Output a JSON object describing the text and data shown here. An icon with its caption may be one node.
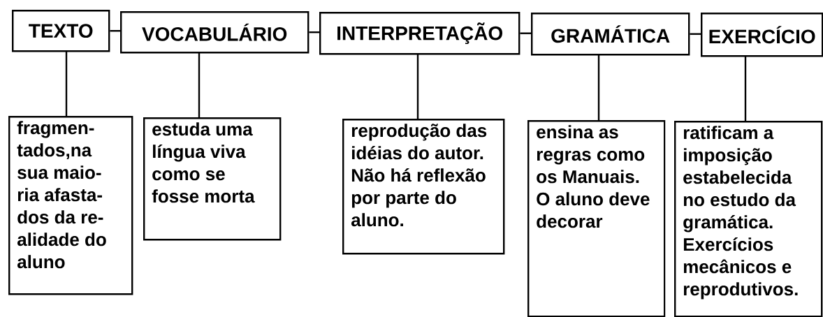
{
  "diagram": {
    "nodes": [
      {
        "text": [
          "TEXTO"
        ]
      },
      {
        "text": [
          "VOCABULÁRIO"
        ]
      },
      {
        "text": [
          "INTERPRETAÇÃO"
        ]
      },
      {
        "text": [
          "GRAMÁTICA"
        ]
      },
      {
        "text": [
          "EXERCÍCIO"
        ]
      },
      {
        "text": [
          "fragmen- tados,na sua maio- ria afasta- dos da re- alidade do aluno"
        ]
      },
      {
        "text": [
          "estuda uma língua viva como se fosse morta"
        ]
      },
      {
        "text": [
          "reprodução das idéias do autor. Não há reflexão por parte do aluno."
        ]
      },
      {
        "text": [
          "ensina as regras como os Manuais. O aluno deve decorar"
        ]
      },
      {
        "text": [
          "ratificam a imposição estabelecida no estudo da gramática. Exercícios mecânicos e reprodutivos."
        ]
      }
    ],
    "edges": [
      {
        "from": 0,
        "to": 1,
        "arrow": "none"
      },
      {
        "from": 1,
        "to": 2,
        "arrow": "none"
      },
      {
        "from": 2,
        "to": 3,
        "arrow": "none"
      },
      {
        "from": 3,
        "to": 4,
        "arrow": "none"
      },
      {
        "from": 0,
        "to": 5,
        "arrow": "none"
      },
      {
        "from": 1,
        "to": 6,
        "arrow": "none"
      },
      {
        "from": 2,
        "to": 7,
        "arrow": "none"
      },
      {
        "from": 3,
        "to": 8,
        "arrow": "none"
      },
      {
        "from": 4,
        "to": 9,
        "arrow": "none"
      }
    ]
  }
}
